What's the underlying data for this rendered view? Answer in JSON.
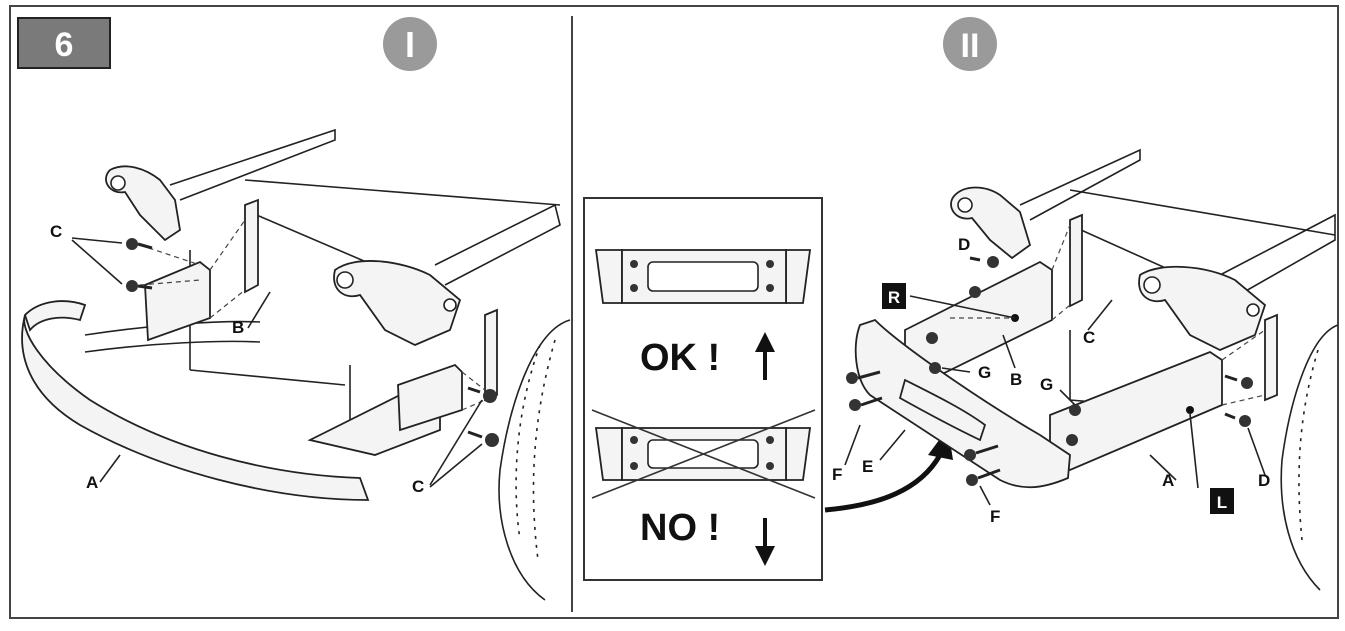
{
  "step_number": "6",
  "panel_left": {
    "numeral": "I"
  },
  "panel_right": {
    "numeral": "II"
  },
  "inset": {
    "ok_label": "OK !",
    "no_label": "NO !"
  },
  "callouts": {
    "A": "A",
    "B": "B",
    "C": "C",
    "D": "D",
    "E": "E",
    "F": "F",
    "G": "G"
  },
  "side_markers": {
    "right": "R",
    "left": "L"
  },
  "colors": {
    "badge": "#7a7a7a",
    "numeral_circle": "#9a9a9a",
    "ink": "#222222"
  }
}
